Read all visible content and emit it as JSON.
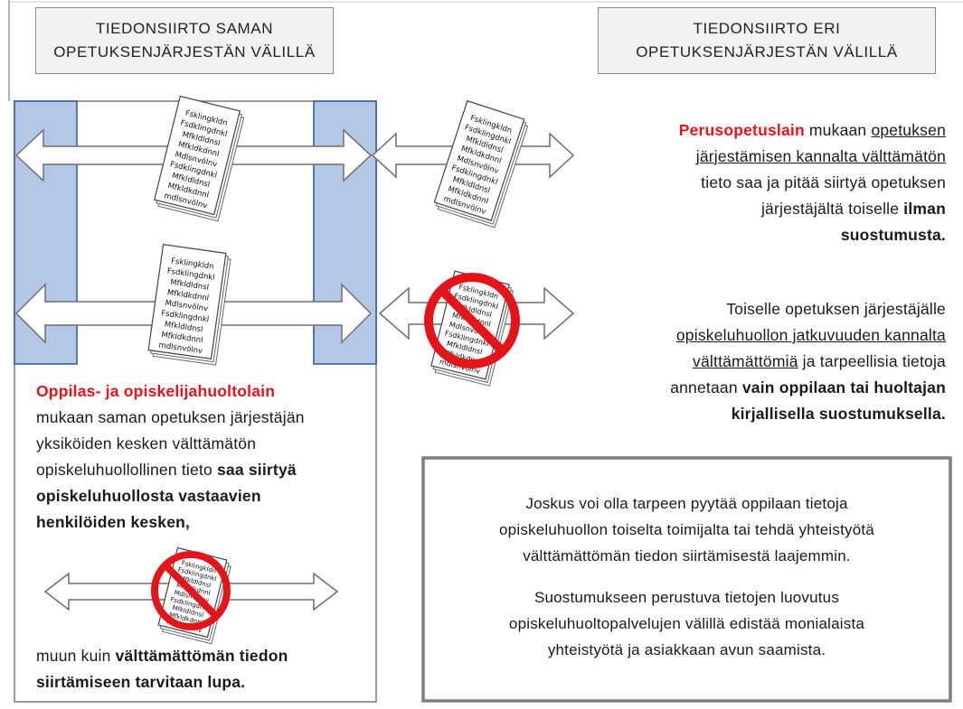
{
  "headers": {
    "left": [
      "TIEDONSIIRTO SAMAN",
      "OPETUKSENJÄRJESTÄN VÄLILLÄ"
    ],
    "right": [
      "TIEDONSIIRTO ERI",
      "OPETUKSENJÄRJESTÄN VÄLILLÄ"
    ]
  },
  "doc_lines": [
    "Fsklingkldn",
    "Fsdklingdnkl",
    "Mfkldldnsl",
    "Mfkldkdnnl",
    "Mdlsnvölnv",
    "Fsdklingdnkl",
    "Mfkldldnsl",
    "Mfkldkdnnl",
    "mdlsnvölnv"
  ],
  "left_text": {
    "law": "Oppilas- ja opiskelijahuoltolain",
    "l2": "mukaan saman opetuksen järjestäjän",
    "l3": "yksiköiden kesken välttämätön",
    "l4_normal": "opiskeluhuollollinen tieto ",
    "l4_bold": "saa siirtyä",
    "l5": "opiskeluhuollosta vastaavien",
    "l6": "henkilöiden kesken,",
    "b1_normal": "muun kuin ",
    "b1_bold": "välttämättömän tiedon",
    "b2": "siirtämiseen tarvitaan lupa."
  },
  "right_text_1": {
    "law": "Perusopetuslain",
    "l1_normal": " mukaan ",
    "l1_ul": "opetuksen",
    "l2_ul": "järjestämisen kannalta välttämätön",
    "l3": "tieto saa ja pitää siirtyä opetuksen",
    "l4_normal": "järjestäjältä toiselle ",
    "l4_bold": "ilman",
    "l5_bold": "suostumusta."
  },
  "right_text_2": {
    "l1": "Toiselle opetuksen järjestäjälle",
    "l2_ul": "opiskeluhuollon jatkuvuuden kannalta",
    "l3_ul": "välttämättömiä",
    "l3_normal": " ja tarpeellisia tietoja",
    "l4_normal": "annetaan ",
    "l4_bold": "vain oppilaan tai huoltajan",
    "l5_bold": "kirjallisella suostumuksella."
  },
  "box_text": {
    "p1": [
      "Joskus voi olla tarpeen pyytää oppilaan tietoja",
      "opiskeluhuollon toiselta toimijalta tai tehdä yhteistyötä",
      "välttämättömän tiedon siirtämisestä laajemmin."
    ],
    "p2": [
      "Suostumukseen perustuva tietojen luovutus",
      "opiskeluhuoltopalvelujen välillä edistää monialaista",
      "yhteistyötä ja asiakkaan avun saamista."
    ]
  },
  "colors": {
    "pillar": "#b4c7e7",
    "pillar_border": "#2f5597",
    "prohibition": "#e3151a",
    "law_text": "#e3151a"
  }
}
